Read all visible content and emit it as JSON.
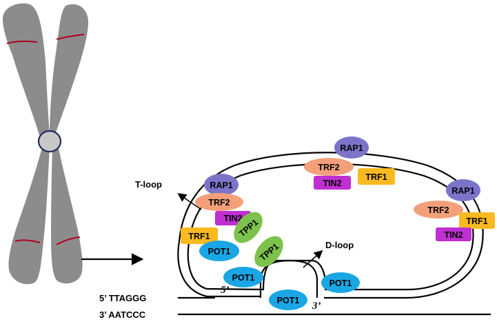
{
  "colors": {
    "chromosome": "#8c8c8c",
    "band": "#b0001e",
    "centromere_fill": "#c8c8c8",
    "centromere_ring": "#1f2a5c",
    "RAP1": "#7b74c9",
    "TRF2": "#f3a07a",
    "TIN2": "#bf2fd1",
    "TRF1": "#f9b921",
    "TPP1": "#7dc24c",
    "POT1": "#1aa6e4"
  },
  "labels": {
    "t_loop": "T-loop",
    "d_loop": "D-loop",
    "strand_top": "5’ TTAGGG",
    "strand_bottom": "3’ AATCCC",
    "end_5": "5’",
    "end_3": "3’"
  },
  "proteins": {
    "rap1": "RAP1",
    "trf2": "TRF2",
    "tin2": "TIN2",
    "trf1": "TRF1",
    "tpp1": "TPP1",
    "pot1": "POT1"
  }
}
